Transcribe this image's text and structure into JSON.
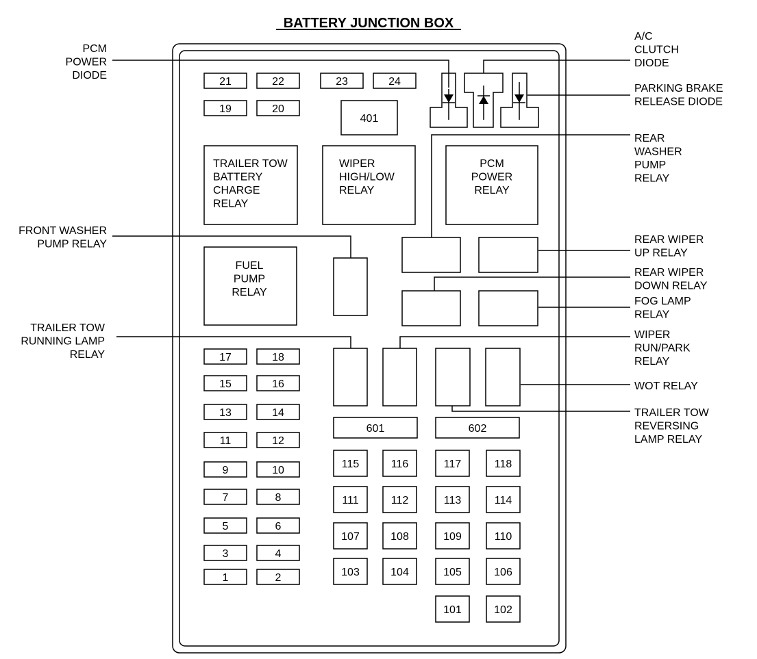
{
  "title": "BATTERY JUNCTION BOX",
  "fuses": [
    {
      "id": "f21",
      "label": "21"
    },
    {
      "id": "f22",
      "label": "22"
    },
    {
      "id": "f23",
      "label": "23"
    },
    {
      "id": "f24",
      "label": "24"
    },
    {
      "id": "f19",
      "label": "19"
    },
    {
      "id": "f20",
      "label": "20"
    },
    {
      "id": "f17",
      "label": "17"
    },
    {
      "id": "f18",
      "label": "18"
    },
    {
      "id": "f15",
      "label": "15"
    },
    {
      "id": "f16",
      "label": "16"
    },
    {
      "id": "f13",
      "label": "13"
    },
    {
      "id": "f14",
      "label": "14"
    },
    {
      "id": "f11",
      "label": "11"
    },
    {
      "id": "f12",
      "label": "12"
    },
    {
      "id": "f9",
      "label": "9"
    },
    {
      "id": "f10",
      "label": "10"
    },
    {
      "id": "f7",
      "label": "7"
    },
    {
      "id": "f8",
      "label": "8"
    },
    {
      "id": "f5",
      "label": "5"
    },
    {
      "id": "f6",
      "label": "6"
    },
    {
      "id": "f3",
      "label": "3"
    },
    {
      "id": "f4",
      "label": "4"
    },
    {
      "id": "f1",
      "label": "1"
    },
    {
      "id": "f2",
      "label": "2"
    },
    {
      "id": "f401",
      "label": "401"
    },
    {
      "id": "f601",
      "label": "601"
    },
    {
      "id": "f602",
      "label": "602"
    },
    {
      "id": "f115",
      "label": "115"
    },
    {
      "id": "f116",
      "label": "116"
    },
    {
      "id": "f117",
      "label": "117"
    },
    {
      "id": "f118",
      "label": "118"
    },
    {
      "id": "f111",
      "label": "111"
    },
    {
      "id": "f112",
      "label": "112"
    },
    {
      "id": "f113",
      "label": "113"
    },
    {
      "id": "f114",
      "label": "114"
    },
    {
      "id": "f107",
      "label": "107"
    },
    {
      "id": "f108",
      "label": "108"
    },
    {
      "id": "f109",
      "label": "109"
    },
    {
      "id": "f110",
      "label": "110"
    },
    {
      "id": "f103",
      "label": "103"
    },
    {
      "id": "f104",
      "label": "104"
    },
    {
      "id": "f105",
      "label": "105"
    },
    {
      "id": "f106",
      "label": "106"
    },
    {
      "id": "f101",
      "label": "101"
    },
    {
      "id": "f102",
      "label": "102"
    }
  ],
  "relays_inside": [
    {
      "id": "trailer-tow-battery-charge-relay",
      "lines": [
        "TRAILER TOW",
        "BATTERY",
        "CHARGE",
        "RELAY"
      ]
    },
    {
      "id": "wiper-high-low-relay",
      "lines": [
        "WIPER",
        "HIGH/LOW",
        "RELAY"
      ]
    },
    {
      "id": "pcm-power-relay",
      "lines": [
        "PCM",
        "POWER",
        "RELAY"
      ]
    },
    {
      "id": "fuel-pump-relay",
      "lines": [
        "FUEL",
        "PUMP",
        "RELAY"
      ]
    }
  ],
  "callouts": [
    {
      "id": "pcm-power-diode",
      "lines": [
        "PCM",
        "POWER",
        "DIODE"
      ]
    },
    {
      "id": "ac-clutch-diode",
      "lines": [
        "A/C",
        "CLUTCH",
        "DIODE"
      ]
    },
    {
      "id": "parking-brake-release-diode",
      "lines": [
        "PARKING BRAKE",
        "RELEASE DIODE"
      ]
    },
    {
      "id": "rear-washer-pump-relay",
      "lines": [
        "REAR",
        "WASHER",
        "PUMP",
        "RELAY"
      ]
    },
    {
      "id": "front-washer-pump-relay",
      "lines": [
        "FRONT WASHER",
        "PUMP RELAY"
      ]
    },
    {
      "id": "rear-wiper-up-relay",
      "lines": [
        "REAR WIPER",
        "UP RELAY"
      ]
    },
    {
      "id": "rear-wiper-down-relay",
      "lines": [
        "REAR WIPER",
        "DOWN RELAY"
      ]
    },
    {
      "id": "fog-lamp-relay",
      "lines": [
        "FOG LAMP",
        "RELAY"
      ]
    },
    {
      "id": "trailer-tow-running-lamp-relay",
      "lines": [
        "TRAILER TOW",
        "RUNNING LAMP",
        "RELAY"
      ]
    },
    {
      "id": "wiper-run-park-relay",
      "lines": [
        "WIPER",
        "RUN/PARK",
        "RELAY"
      ]
    },
    {
      "id": "wot-relay",
      "lines": [
        "WOT RELAY"
      ]
    },
    {
      "id": "trailer-tow-reversing-lamp-relay",
      "lines": [
        "TRAILER TOW",
        "REVERSING",
        "LAMP RELAY"
      ]
    }
  ]
}
